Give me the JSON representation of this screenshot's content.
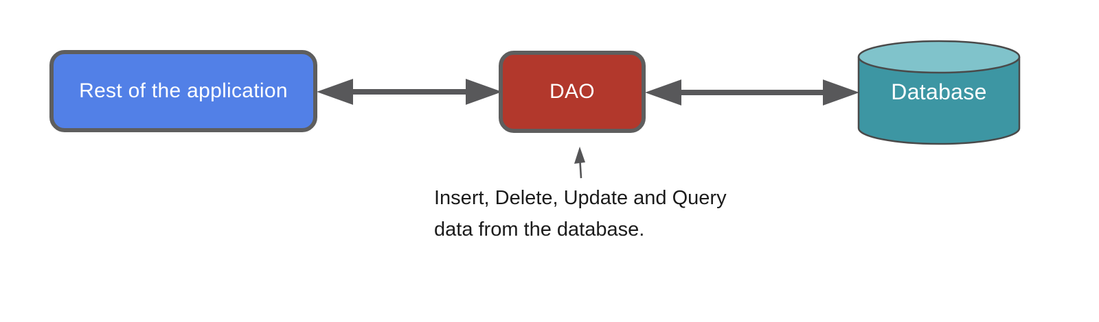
{
  "diagram": {
    "background": "#ffffff",
    "nodes": {
      "app": {
        "label": "Rest of the application",
        "fill": "#5280e7",
        "border": "#5e5e5e",
        "text_color": "#ffffff"
      },
      "dao": {
        "label": "DAO",
        "fill": "#b2382c",
        "border": "#5e5e5e",
        "text_color": "#ffffff"
      },
      "database": {
        "label": "Database",
        "body_fill": "#3d96a3",
        "top_fill": "#80c3cb",
        "outline": "#4a4a4a",
        "text_color": "#ffffff"
      }
    },
    "connectors": {
      "app_dao": {
        "type": "double-arrow",
        "color": "#58585a"
      },
      "dao_db": {
        "type": "double-arrow",
        "color": "#58585a"
      },
      "annotation_arrow": {
        "type": "up-arrow",
        "color": "#555557"
      }
    },
    "annotation": {
      "line1": "Insert, Delete, Update and Query",
      "line2": "data from the database."
    }
  }
}
